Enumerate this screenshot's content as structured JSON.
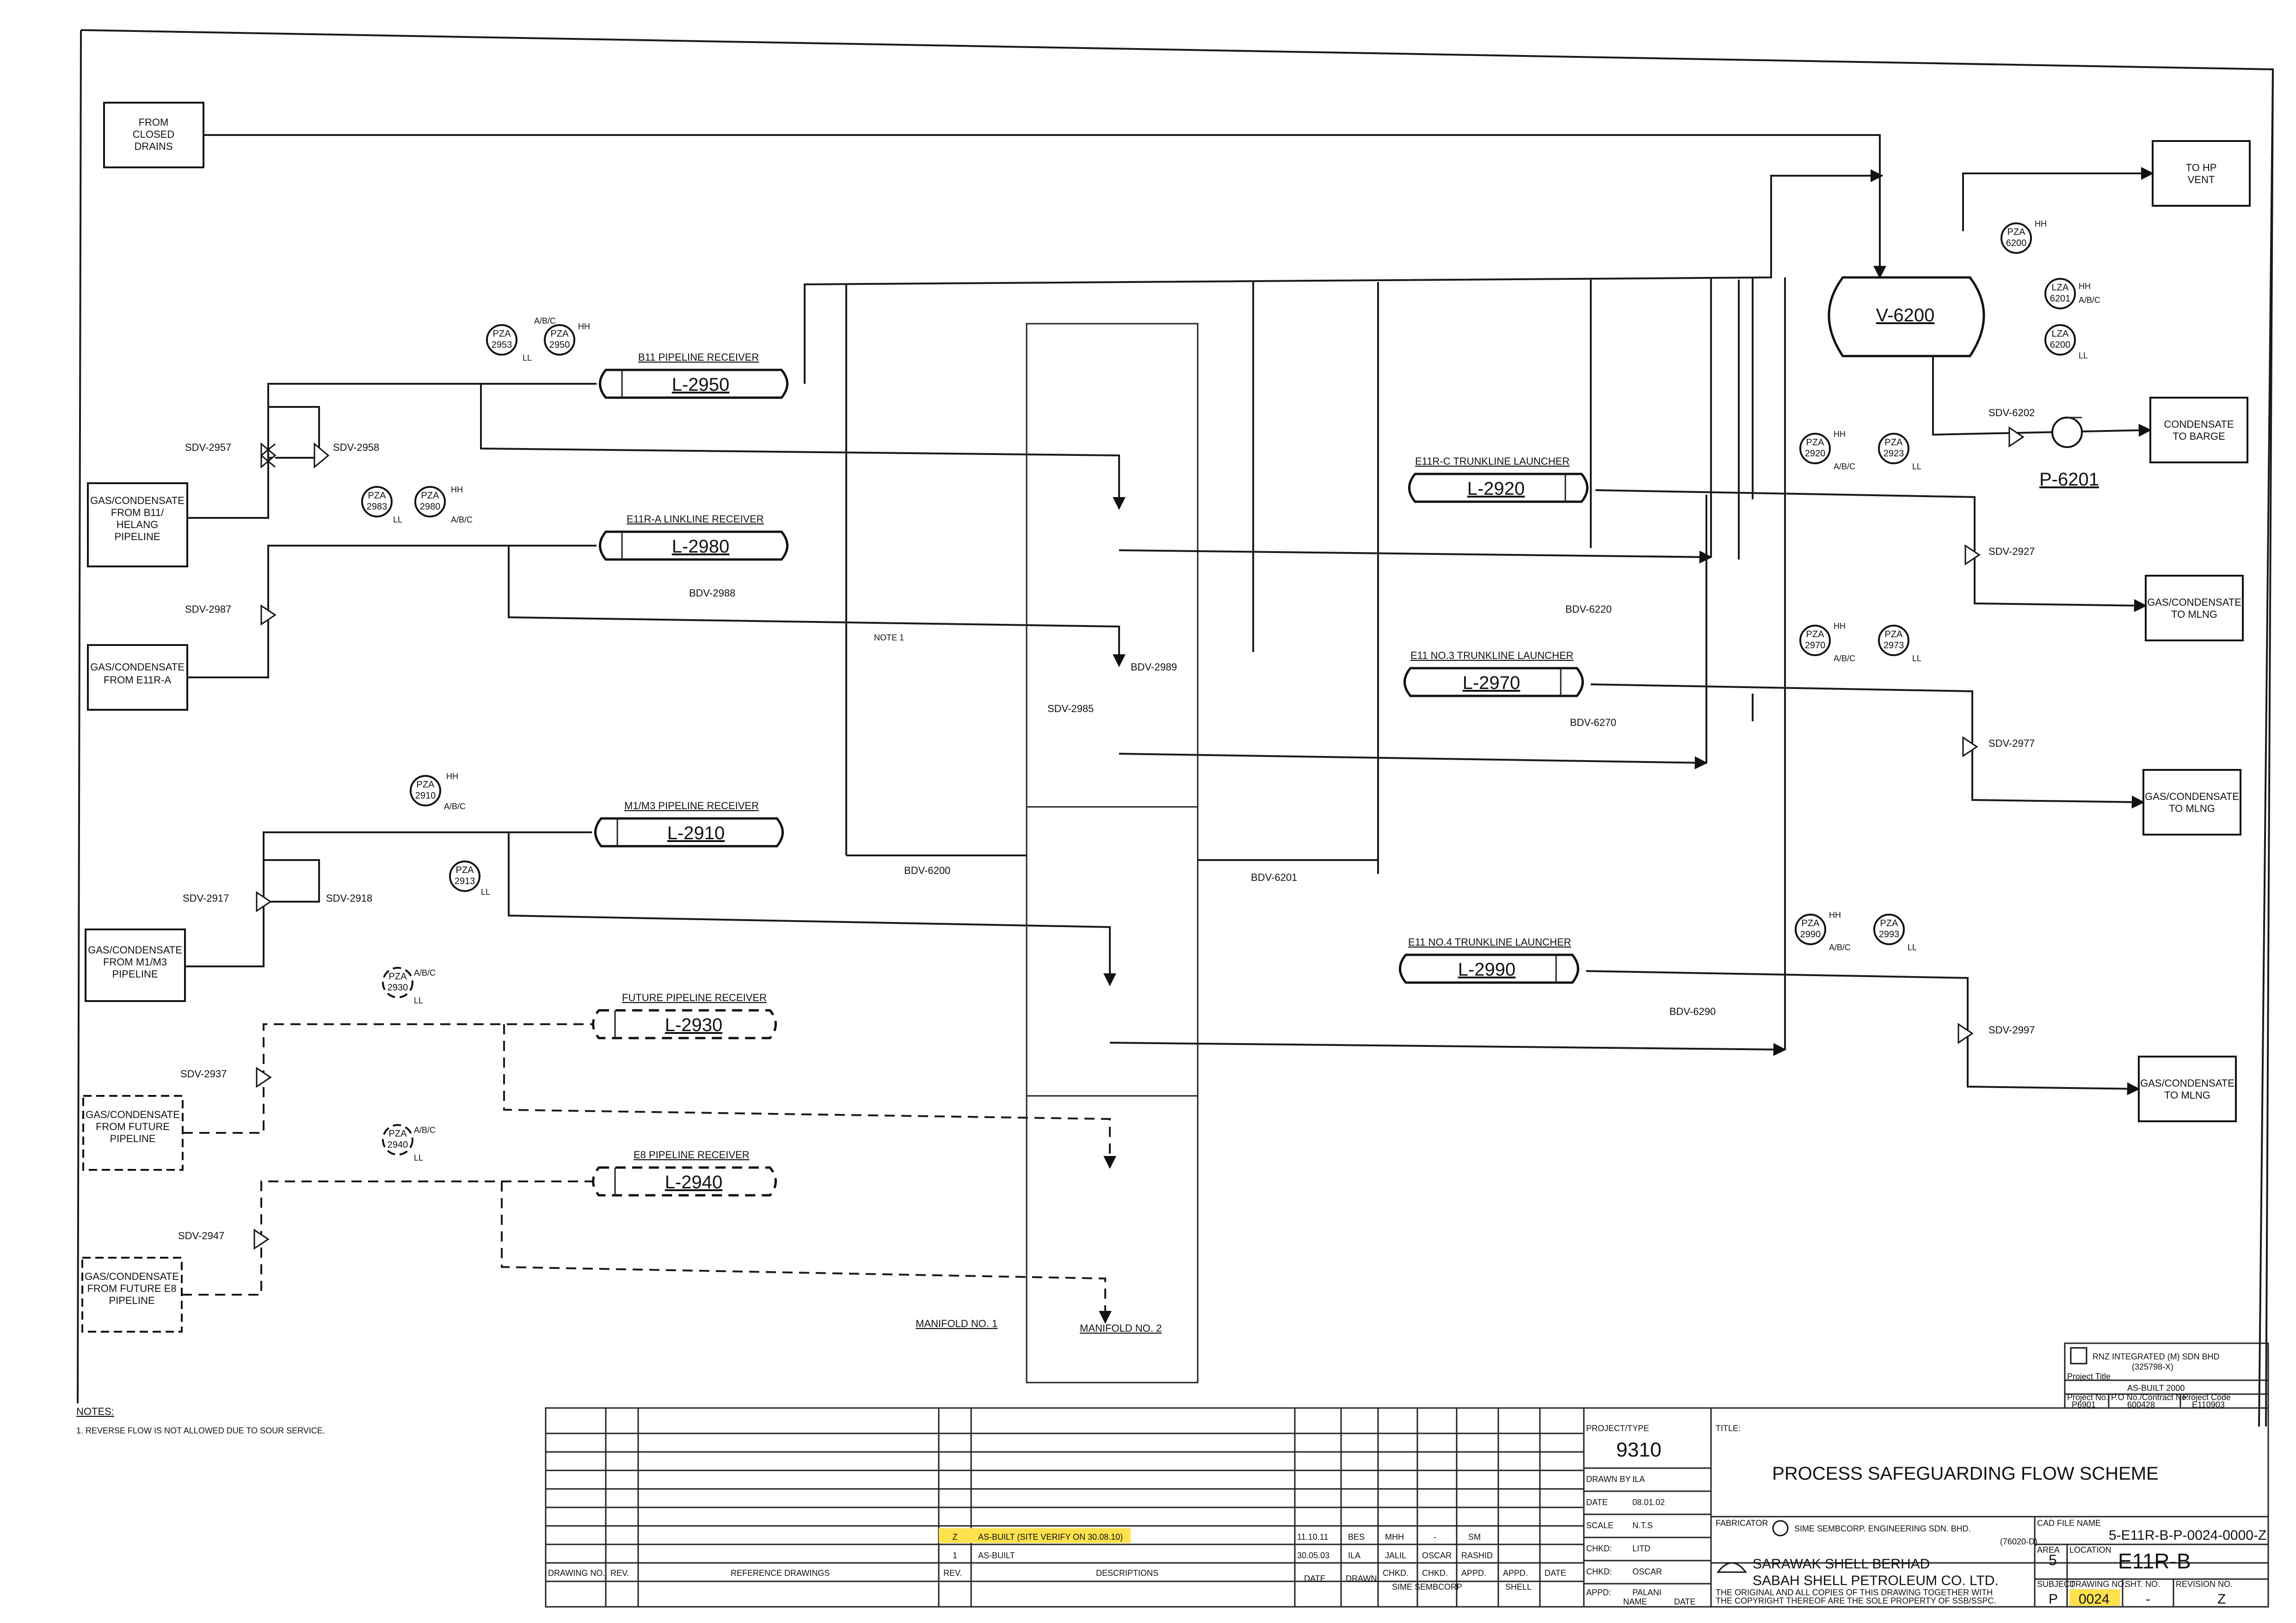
{
  "sources": [
    {
      "id": "from-closed-drains",
      "label": "FROM\nCLOSED\nDRAINS"
    },
    {
      "id": "gas-b11",
      "label": "GAS/CONDENSATE\nFROM B11/\nHELANG\nPIPELINE"
    },
    {
      "id": "gas-e11r-a",
      "label": "GAS/CONDENSATE\nFROM E11R-A"
    },
    {
      "id": "gas-m1m3",
      "label": "GAS/CONDENSATE\nFROM M1/M3\nPIPELINE"
    },
    {
      "id": "gas-future",
      "label": "GAS/CONDENSATE\nFROM FUTURE\nPIPELINE"
    },
    {
      "id": "gas-future-e8",
      "label": "GAS/CONDENSATE\nFROM FUTURE E8\nPIPELINE"
    }
  ],
  "destinations": [
    {
      "id": "to-hp-vent",
      "label": "TO HP\nVENT"
    },
    {
      "id": "condensate-to-barge",
      "label": "CONDENSATE\nTO BARGE"
    },
    {
      "id": "gas-to-mlng-1",
      "label": "GAS/CONDENSATE\nTO MLNG"
    },
    {
      "id": "gas-to-mlng-2",
      "label": "GAS/CONDENSATE\nTO MLNG"
    },
    {
      "id": "gas-to-mlng-3",
      "label": "GAS/CONDENSATE\nTO MLNG"
    }
  ],
  "equipment": {
    "l2950": {
      "tag": "L-2950",
      "title": "B11 PIPELINE RECEIVER"
    },
    "l2980": {
      "tag": "L-2980",
      "title": "E11R-A LINKLINE RECEIVER"
    },
    "l2910": {
      "tag": "L-2910",
      "title": "M1/M3 PIPELINE RECEIVER"
    },
    "l2930": {
      "tag": "L-2930",
      "title": "FUTURE PIPELINE RECEIVER"
    },
    "l2940": {
      "tag": "L-2940",
      "title": "E8 PIPELINE RECEIVER"
    },
    "l2920": {
      "tag": "L-2920",
      "title": "E11R-C TRUNKLINE LAUNCHER"
    },
    "l2970": {
      "tag": "L-2970",
      "title": "E11 NO.3 TRUNKLINE LAUNCHER"
    },
    "l2990": {
      "tag": "L-2990",
      "title": "E11 NO.4 TRUNKLINE LAUNCHER"
    },
    "v6200": {
      "tag": "V-6200"
    },
    "p6201": {
      "tag": "P-6201"
    }
  },
  "valves": {
    "sdv2957": "SDV-2957",
    "sdv2958": "SDV-2958",
    "sdv2987": "SDV-2987",
    "bdv2988": "BDV-2988",
    "sdv2917": "SDV-2917",
    "sdv2918": "SDV-2918",
    "sdv2937": "SDV-2937",
    "sdv2947": "SDV-2947",
    "bdv2989": "BDV-2989",
    "sdv2985": "SDV-2985",
    "bdv6200": "BDV-6200",
    "bdv6201": "BDV-6201",
    "bdv6220": "BDV-6220",
    "bdv6270": "BDV-6270",
    "bdv6290": "BDV-6290",
    "sdv2927": "SDV-2927",
    "sdv2977": "SDV-2977",
    "sdv2997": "SDV-2997",
    "sdv6202": "SDV-6202"
  },
  "instruments": {
    "pza2953": {
      "a": "PZA",
      "b": "2953"
    },
    "pza2950": {
      "a": "PZA",
      "b": "2950"
    },
    "pza2983": {
      "a": "PZA",
      "b": "2983"
    },
    "pza2980": {
      "a": "PZA",
      "b": "2980"
    },
    "pza2910": {
      "a": "PZA",
      "b": "2910"
    },
    "pza2913": {
      "a": "PZA",
      "b": "2913"
    },
    "pza2930": {
      "a": "PZA",
      "b": "2930"
    },
    "pza2940": {
      "a": "PZA",
      "b": "2940"
    },
    "pza2920": {
      "a": "PZA",
      "b": "2920"
    },
    "pza2923": {
      "a": "PZA",
      "b": "2923"
    },
    "pza2970": {
      "a": "PZA",
      "b": "2970"
    },
    "pza2973": {
      "a": "PZA",
      "b": "2973"
    },
    "pza2990": {
      "a": "PZA",
      "b": "2990"
    },
    "pza2993": {
      "a": "PZA",
      "b": "2993"
    },
    "pza6200": {
      "a": "PZA",
      "b": "6200"
    },
    "lza6201": {
      "a": "LZA",
      "b": "6201"
    },
    "lza6200": {
      "a": "LZA",
      "b": "6200"
    }
  },
  "marks": {
    "abc": "A/B/C",
    "hh": "HH",
    "ll": "LL",
    "note1": "NOTE 1"
  },
  "manifolds": {
    "m1": "MANIFOLD NO. 1",
    "m2": "MANIFOLD NO. 2"
  },
  "notes": {
    "heading": "NOTES:",
    "n1": "1. REVERSE FLOW IS NOT ALLOWED DUE TO SOUR SERVICE."
  },
  "revisions": [
    {
      "rev": "Z",
      "desc": "AS-BUILT (SITE VERIFY ON 30.08.10)",
      "date": "11.10.11",
      "drawn": "BES",
      "chkd": "MHH",
      "appr": "-",
      "appr2": "SM"
    },
    {
      "rev": "1",
      "desc": "AS-BUILT",
      "date": "30.05.03",
      "drawn": "ILA",
      "chkd": "JALIL",
      "appr": "OSCAR",
      "appr2": "RASHID"
    }
  ],
  "titleblock": {
    "col_drawing_no": "DRAWING NO.",
    "col_rev": "REV.",
    "col_ref": "REFERENCE DRAWINGS",
    "col_rev2": "REV.",
    "col_desc": "DESCRIPTIONS",
    "col_date": "DATE",
    "col_drawn": "DRAWN",
    "col_chkd": "CHKD.",
    "col_chkd2": "CHKD.",
    "col_appd": "APPD.",
    "col_appd2": "APPD.",
    "col_date2": "DATE",
    "sime_sembcorp": "SIME SEMBCORP",
    "shell": "SHELL",
    "project_type_label": "PROJECT/TYPE",
    "project_type": "9310",
    "drawn_by_label": "DRAWN BY :",
    "drawn_by": "ILA",
    "date_label": "DATE",
    "date": "08.01.02",
    "scale_label": "SCALE",
    "scale": "N.T.S",
    "chkd_label": "CHKD:",
    "chkd": "LITD",
    "chkd2_label": "CHKD:",
    "chkd2": "OSCAR",
    "appd_label": "APPD:",
    "appd": "PALANI",
    "name_label": "NAME",
    "date2_label": "DATE",
    "title_label": "TITLE:",
    "title": "PROCESS SAFEGUARDING FLOW SCHEME",
    "fabricator_label": "FABRICATOR",
    "fabricator": "SIME SEMBCORP. ENGINEERING SDN. BHD.",
    "fab_code": "(76020-D)",
    "company1": "SARAWAK SHELL BERHAD",
    "company2": "SABAH SHELL PETROLEUM CO. LTD.",
    "copyright1": "THE ORIGINAL AND ALL COPIES OF THIS DRAWING TOGETHER WITH",
    "copyright2": "THE COPYRIGHT THEREOF ARE THE SOLE PROPERTY OF SSB/SSPC.",
    "cad_label": "CAD FILE NAME",
    "cad": "5-E11R-B-P-0024-0000-Z",
    "area_label": "AREA",
    "area": "5",
    "location_label": "LOCATION",
    "location": "E11R-B",
    "subject_label": "SUBJECT",
    "subject": "P",
    "drawing_no_label": "DRAWING NO.",
    "drawing_no": "0024",
    "sht_label": "SHT. NO.",
    "sht": "-",
    "revision_label": "REVISION NO.",
    "revision": "Z",
    "rn_company": "RNZ INTEGRATED (M) SDN BHD",
    "rn_reg": "(325798-X)",
    "project_title_label": "Project Title",
    "project_title": "AS-BUILT 2000",
    "pno_label": "Project No.",
    "pno": "P6901",
    "pono_label": "P.O No./Contract No.",
    "pono": "600428",
    "pcode_label": "Project Code",
    "pcode": "E110903"
  }
}
